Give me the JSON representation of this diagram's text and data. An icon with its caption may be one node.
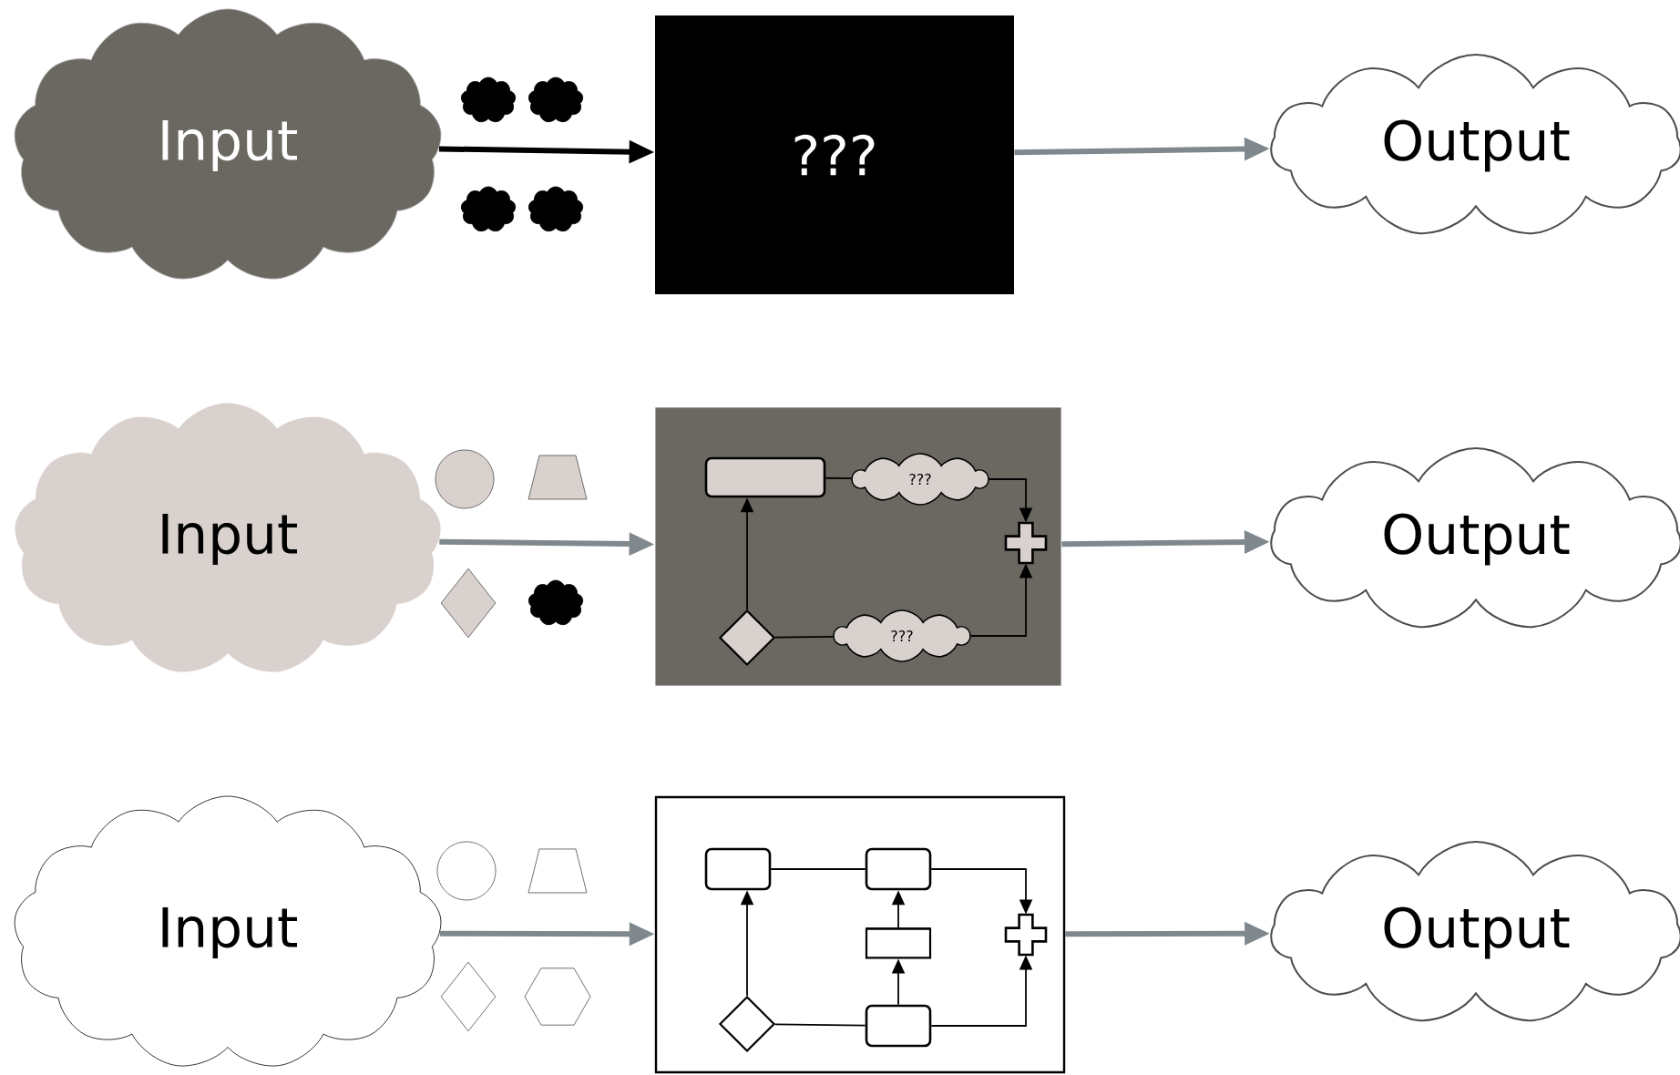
{
  "diagram": {
    "nodes": [
      {
        "text": [
          "Input"
        ]
      },
      {
        "text": [
          "???"
        ]
      },
      {
        "text": [
          "Output"
        ]
      },
      {
        "text": [
          "Input"
        ]
      },
      {
        "text": [],
        "shape": "box"
      },
      {
        "text": [],
        "shape": "box",
        "in": 4
      },
      {
        "text": [
          "???"
        ],
        "in": 4
      },
      {
        "text": [],
        "shape": "cross",
        "in": 4
      },
      {
        "text": [],
        "shape": "diamond",
        "in": 4
      },
      {
        "text": [
          "???"
        ],
        "in": 4
      },
      {
        "text": [
          "Output"
        ]
      },
      {
        "text": [
          "Input"
        ]
      },
      {
        "text": [],
        "shape": "box"
      },
      {
        "text": [],
        "shape": "box",
        "in": 12
      },
      {
        "text": [],
        "shape": "box",
        "in": 12
      },
      {
        "text": [],
        "shape": "cross",
        "in": 12
      },
      {
        "text": [],
        "shape": "cylinder",
        "in": 12
      },
      {
        "text": [],
        "shape": "diamond",
        "in": 12
      },
      {
        "text": [],
        "shape": "box",
        "in": 12
      },
      {
        "text": [
          "Output"
        ]
      }
    ],
    "edges": [
      {
        "from": 0,
        "to": 1,
        "arrow": "to",
        "style": "thick"
      },
      {
        "from": 1,
        "to": 2,
        "arrow": "to",
        "style": "thick",
        "color": "#7f888c"
      },
      {
        "from": 3,
        "to": 4,
        "arrow": "to",
        "style": "thick",
        "color": "#7f888c"
      },
      {
        "from": 4,
        "to": 10,
        "arrow": "to",
        "style": "thick",
        "color": "#7f888c"
      },
      {
        "from": 5,
        "to": 6,
        "arrow": "none"
      },
      {
        "from": 6,
        "to": 7,
        "arrow": "to"
      },
      {
        "from": 8,
        "to": 5,
        "arrow": "to"
      },
      {
        "from": 8,
        "to": 9,
        "arrow": "none"
      },
      {
        "from": 9,
        "to": 7,
        "arrow": "to"
      },
      {
        "from": 11,
        "to": 12,
        "arrow": "to",
        "style": "thick",
        "color": "#7f888c"
      },
      {
        "from": 12,
        "to": 19,
        "arrow": "to",
        "style": "thick",
        "color": "#7f888c"
      },
      {
        "from": 13,
        "to": 14,
        "arrow": "none"
      },
      {
        "from": 14,
        "to": 15,
        "arrow": "to"
      },
      {
        "from": 17,
        "to": 13,
        "arrow": "to"
      },
      {
        "from": 17,
        "to": 18,
        "arrow": "none"
      },
      {
        "from": 18,
        "to": 16,
        "arrow": "to"
      },
      {
        "from": 16,
        "to": 14,
        "arrow": "to"
      },
      {
        "from": 18,
        "to": 15,
        "arrow": "to"
      }
    ]
  }
}
